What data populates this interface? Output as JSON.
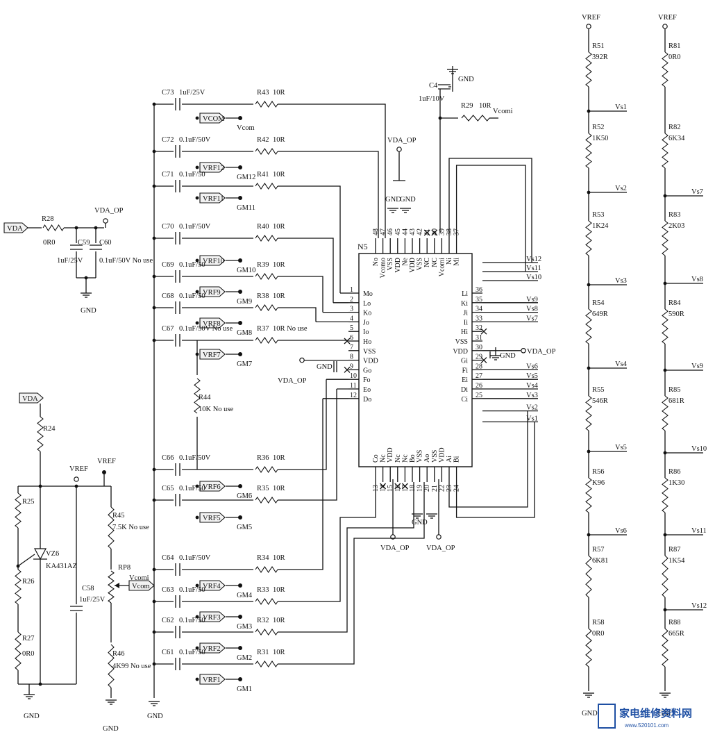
{
  "ic": {
    "name": "N5",
    "top_pins": [
      {
        "num": "48",
        "name": "No"
      },
      {
        "num": "47",
        "name": "Vcomo"
      },
      {
        "num": "46",
        "name": "VSS"
      },
      {
        "num": "45",
        "name": "VDD"
      },
      {
        "num": "44",
        "name": "Ne"
      },
      {
        "num": "43",
        "name": "VDD"
      },
      {
        "num": "42",
        "name": "VSS"
      },
      {
        "num": "41",
        "name": "NC"
      },
      {
        "num": "40",
        "name": "NC"
      },
      {
        "num": "39",
        "name": "Vcomi"
      },
      {
        "num": "38",
        "name": "Ni"
      },
      {
        "num": "37",
        "name": "Mi"
      }
    ],
    "left_pins": [
      {
        "num": "1",
        "name": "Mo"
      },
      {
        "num": "2",
        "name": "Lo"
      },
      {
        "num": "3",
        "name": "Ko"
      },
      {
        "num": "4",
        "name": "Jo"
      },
      {
        "num": "5",
        "name": "Io"
      },
      {
        "num": "6",
        "name": "Ho"
      },
      {
        "num": "7",
        "name": "VSS"
      },
      {
        "num": "8",
        "name": "VDD"
      },
      {
        "num": "9",
        "name": "Go"
      },
      {
        "num": "10",
        "name": "Fo"
      },
      {
        "num": "11",
        "name": "Eo"
      },
      {
        "num": "12",
        "name": "Do"
      }
    ],
    "right_pins": [
      {
        "num": "36",
        "name": "Li"
      },
      {
        "num": "35",
        "name": "Ki"
      },
      {
        "num": "34",
        "name": "Ji"
      },
      {
        "num": "33",
        "name": "Ii"
      },
      {
        "num": "32",
        "name": "Hi"
      },
      {
        "num": "31",
        "name": "VSS"
      },
      {
        "num": "30",
        "name": "VDD"
      },
      {
        "num": "29",
        "name": "Gi"
      },
      {
        "num": "28",
        "name": "Fi"
      },
      {
        "num": "27",
        "name": "Ei"
      },
      {
        "num": "26",
        "name": "Di"
      },
      {
        "num": "25",
        "name": "Ci"
      }
    ],
    "bottom_pins": [
      {
        "num": "13",
        "name": "Co"
      },
      {
        "num": "14",
        "name": "Nc"
      },
      {
        "num": "15",
        "name": "VDD"
      },
      {
        "num": "16",
        "name": "Nc"
      },
      {
        "num": "17",
        "name": "Nc"
      },
      {
        "num": "18",
        "name": "Bo"
      },
      {
        "num": "19",
        "name": "VSS"
      },
      {
        "num": "20",
        "name": "Ao"
      },
      {
        "num": "21",
        "name": "VSS"
      },
      {
        "num": "22",
        "name": "VDD"
      },
      {
        "num": "23",
        "name": "Ai"
      },
      {
        "num": "24",
        "name": "Bi"
      }
    ],
    "right_outputs": [
      "Vs12",
      "Vs11",
      "Vs10",
      "Vs9",
      "Vs8",
      "Vs7",
      "Vs6",
      "Vs5",
      "Vs4",
      "Vs3",
      "Vs2",
      "Vs1"
    ]
  },
  "caps": [
    {
      "ref": "C73",
      "val": "1uF/25V"
    },
    {
      "ref": "C72",
      "val": "0.1uF/50V"
    },
    {
      "ref": "C71",
      "val": "0.1uF/50"
    },
    {
      "ref": "C70",
      "val": "0.1uF/50V"
    },
    {
      "ref": "C69",
      "val": "0.1uF/50"
    },
    {
      "ref": "C68",
      "val": "0.1uF/50"
    },
    {
      "ref": "C67",
      "val": "0.1uF/50V No use"
    },
    {
      "ref": "C66",
      "val": "0.1uF/50V"
    },
    {
      "ref": "C65",
      "val": "0.1uF/50"
    },
    {
      "ref": "C64",
      "val": "0.1uF/50V"
    },
    {
      "ref": "C63",
      "val": "0.1uF/50"
    },
    {
      "ref": "C62",
      "val": "0.1uF/50"
    },
    {
      "ref": "C61",
      "val": "0.1uF/50"
    }
  ],
  "resistors": [
    {
      "ref": "R43",
      "val": "10R"
    },
    {
      "ref": "R42",
      "val": "10R"
    },
    {
      "ref": "R41",
      "val": "10R"
    },
    {
      "ref": "R40",
      "val": "10R"
    },
    {
      "ref": "R39",
      "val": "10R"
    },
    {
      "ref": "R38",
      "val": "10R"
    },
    {
      "ref": "R37",
      "val": "10R No use"
    },
    {
      "ref": "R36",
      "val": "10R"
    },
    {
      "ref": "R35",
      "val": "10R"
    },
    {
      "ref": "R34",
      "val": "10R"
    },
    {
      "ref": "R33",
      "val": "10R"
    },
    {
      "ref": "R32",
      "val": "10R"
    },
    {
      "ref": "R31",
      "val": "10R"
    }
  ],
  "vrf_tags": [
    "VCOM",
    "VRF12",
    "VRF11",
    "VRF10",
    "VRF9",
    "VRF8",
    "VRF7",
    "VRF6",
    "VRF5",
    "VRF4",
    "VRF3",
    "VRF2",
    "VRF1"
  ],
  "gm_labels": [
    "Vcom",
    "GM12",
    "GM11",
    "GM10",
    "GM9",
    "GM8",
    "GM7",
    "GM6",
    "GM5",
    "GM4",
    "GM3",
    "GM2",
    "GM1"
  ],
  "ladder1": {
    "top": "VREF",
    "resistors": [
      {
        "ref": "R51",
        "val": "392R"
      },
      {
        "ref": "R52",
        "val": "1K50"
      },
      {
        "ref": "R53",
        "val": "1K24"
      },
      {
        "ref": "R54",
        "val": "649R"
      },
      {
        "ref": "R55",
        "val": "546R"
      },
      {
        "ref": "R56",
        "val": "K96"
      },
      {
        "ref": "R57",
        "val": "6K81"
      },
      {
        "ref": "R58",
        "val": "0R0"
      }
    ],
    "taps": [
      "Vs1",
      "Vs2",
      "Vs3",
      "Vs4",
      "Vs5",
      "Vs6"
    ],
    "bottom": "GND"
  },
  "ladder2": {
    "top": "VREF",
    "resistors": [
      {
        "ref": "R81",
        "val": "0R0"
      },
      {
        "ref": "R82",
        "val": "6K34"
      },
      {
        "ref": "R83",
        "val": "2K03"
      },
      {
        "ref": "R84",
        "val": "590R"
      },
      {
        "ref": "R85",
        "val": "681R"
      },
      {
        "ref": "R86",
        "val": "1K30"
      },
      {
        "ref": "R87",
        "val": "1K54"
      },
      {
        "ref": "R88",
        "val": "665R"
      }
    ],
    "taps": [
      "Vs7",
      "Vs8",
      "Vs9",
      "Vs10",
      "Vs11",
      "Vs12"
    ],
    "bottom": "GND"
  },
  "power_in": {
    "tag": "VDA",
    "r_ref": "R28",
    "r_val": "0R0",
    "out": "VDA_OP",
    "c1_ref": "C59",
    "c1_val": "1uF/25V",
    "c2_ref": "C60",
    "c2_val": "0.1uF/50V No use",
    "gnd": "GND"
  },
  "vref_gen": {
    "tag": "VDA",
    "r24": "R24",
    "vref": "VREF",
    "r25": "R25",
    "r26": "R26",
    "r27": "R27",
    "r27_val": "0R0",
    "vz_ref": "VZ6",
    "vz_val": "KA431AZ",
    "c58_ref": "C58",
    "c58_val": "1uF/25V",
    "gnd": "GND"
  },
  "vcom_div": {
    "vref": "VREF",
    "r45_ref": "R45",
    "r45_val": "7.5K No use",
    "rp_ref": "RP8",
    "rp_sub": "Vcomi",
    "vcom_tag": "Vcom",
    "r46_ref": "R46",
    "r46_val": "4K99 No use",
    "gnd": "GND"
  },
  "misc": {
    "c4_ref": "C4",
    "c4_val": "1uF/10V",
    "gnd": "GND",
    "r29_ref": "R29",
    "r29_val": "10R",
    "vcomi": "Vcomi",
    "vda_op": "VDA_OP",
    "r44_ref": "R44",
    "r44_val": "10K No use",
    "gnd_bottom": "GND"
  },
  "watermark": {
    "brand": "家电维修资料网",
    "url": "www.520101.com"
  }
}
